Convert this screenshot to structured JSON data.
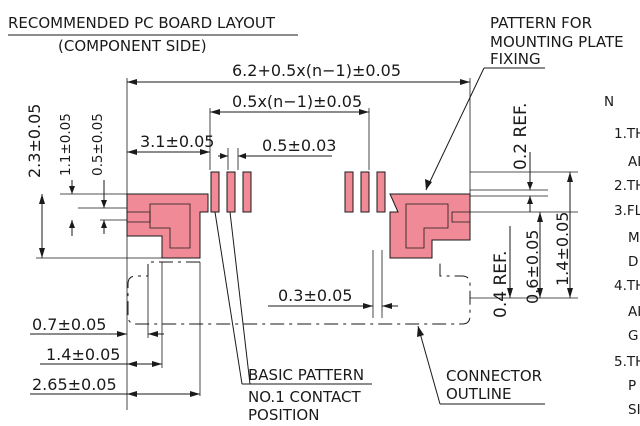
{
  "header": {
    "title": "RECOMMENDED PC BOARD LAYOUT",
    "subtitle": "(COMPONENT SIDE)"
  },
  "dimensions": {
    "overall_width": "6.2+0.5x(n−1)±0.05",
    "pitch_span": "0.5x(n−1)±0.05",
    "offset_3_1": "3.1±0.05",
    "pitch": "0.5±0.03",
    "height_2_3": "2.3±0.05",
    "height_1_1": "1.1±0.05",
    "height_0_5": "0.5±0.05",
    "ref_0_2": "0.2 REF.",
    "ref_0_4": "0.4 REF.",
    "dim_0_6": "0.6±0.05",
    "dim_1_4_right": "1.4±0.05",
    "gap_0_3": "0.3±0.05",
    "dim_0_7": "0.7±0.05",
    "dim_1_4_left": "1.4±0.05",
    "dim_2_65": "2.65±0.05"
  },
  "labels": {
    "pattern_line1": "PATTERN FOR",
    "pattern_line2": "MOUNTING PLATE",
    "pattern_line3": "FIXING",
    "basic_pattern": "BASIC PATTERN",
    "contact_line1": "NO.1 CONTACT",
    "contact_line2": "POSITION",
    "connector_line1": "CONNECTOR",
    "connector_line2": "OUTLINE"
  },
  "notes": {
    "heading": "N",
    "lines": [
      "1.TH",
      "AI",
      "2.TH",
      "3.FL",
      "M",
      "D",
      "4.TH",
      "AI",
      "G",
      "5.TH",
      "P",
      "SI"
    ]
  },
  "colors": {
    "pattern_fill": "#f08a96",
    "line": "#1a1a1a"
  }
}
